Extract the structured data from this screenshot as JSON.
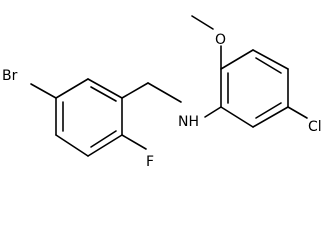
{
  "molecule": {
    "atoms": {
      "br": "Br",
      "f": "F",
      "nh": "NH",
      "o": "O",
      "cl": "Cl"
    },
    "colors": {
      "ink": "#000000",
      "background": "#ffffff"
    }
  }
}
